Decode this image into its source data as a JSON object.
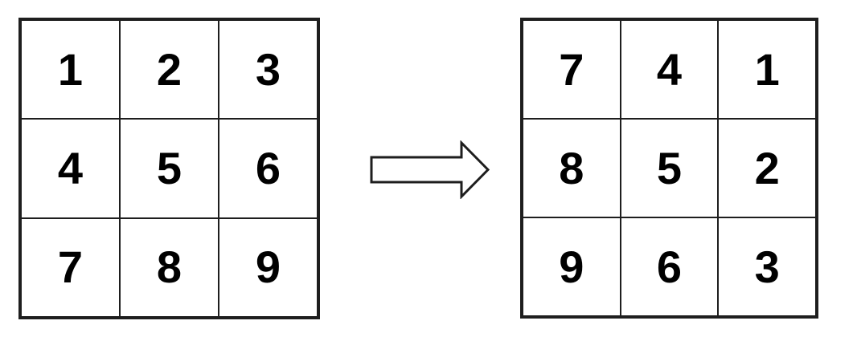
{
  "diagram": {
    "description_colors": {
      "background": "#ffffff",
      "line": "#1e1e1e",
      "digit": "#000000",
      "arrow_fill": "#ffffff"
    },
    "left_grid": {
      "cells": [
        [
          "1",
          "2",
          "3"
        ],
        [
          "4",
          "5",
          "6"
        ],
        [
          "7",
          "8",
          "9"
        ]
      ]
    },
    "right_grid": {
      "cells": [
        [
          "7",
          "4",
          "1"
        ],
        [
          "8",
          "5",
          "2"
        ],
        [
          "9",
          "6",
          "3"
        ]
      ]
    },
    "arrow": {
      "icon": "right-arrow-icon",
      "direction": "right"
    }
  }
}
